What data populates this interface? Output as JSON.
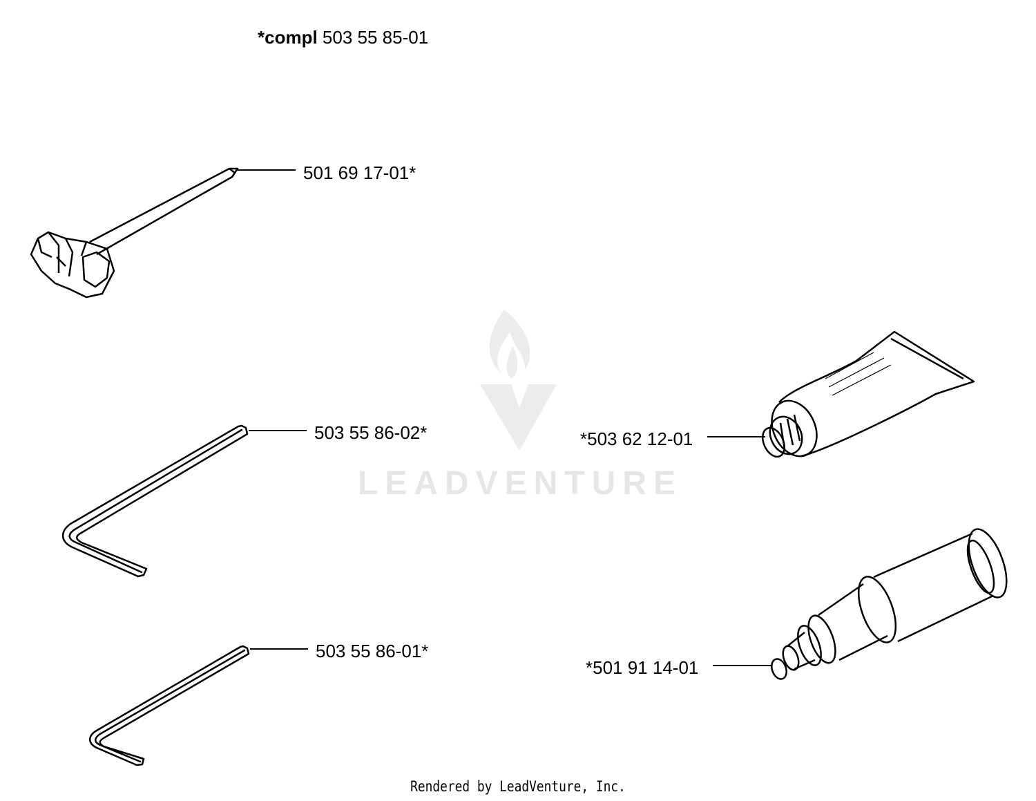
{
  "kit": {
    "prefix": "*compl",
    "number": "503 55 85-01"
  },
  "parts": {
    "plug_wrench": "501 69 17-01*",
    "hex_key_large": "503 55 86-02*",
    "hex_key_small": "503 55 86-01*",
    "grease_tube": "*503 62 12-01",
    "grease_gun": "*501 91 14-01"
  },
  "watermark": {
    "text": "LEADVENTURE",
    "color": "#e6e6e6"
  },
  "footer": "Rendered by LeadVenture, Inc."
}
